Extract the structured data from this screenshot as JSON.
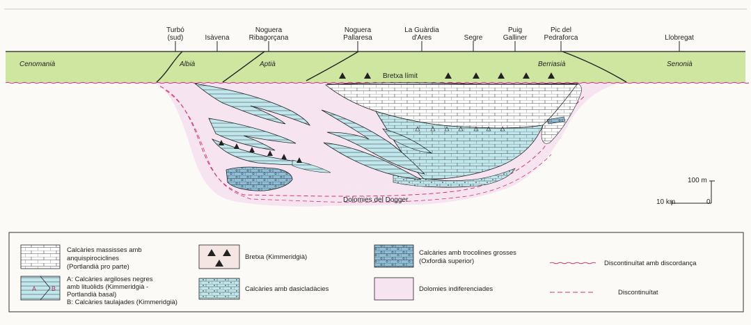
{
  "colors": {
    "green": "#cfe6a0",
    "blue": "#bfe7ec",
    "pink": "#f7e4f1",
    "pink_line": "#d2356e",
    "dark_blue": "#8fbfd8",
    "line": "#222222"
  },
  "places": [
    {
      "id": "turbo",
      "lines": [
        "Turbó",
        "(sud)"
      ]
    },
    {
      "id": "isavena",
      "lines": [
        "Isàvena"
      ]
    },
    {
      "id": "noguera-ribagorcana",
      "lines": [
        "Noguera",
        "Ribagorçana"
      ]
    },
    {
      "id": "noguera-pallaresa",
      "lines": [
        "Noguera",
        "Pallaresa"
      ]
    },
    {
      "id": "la-guardia",
      "lines": [
        "La Guàrdia",
        "d'Ares"
      ]
    },
    {
      "id": "segre",
      "lines": [
        "Segre"
      ]
    },
    {
      "id": "puig-galliner",
      "lines": [
        "Puig",
        "Galliner"
      ]
    },
    {
      "id": "pedraforca",
      "lines": [
        "Pic del",
        "Pedraforca"
      ]
    },
    {
      "id": "llobregat",
      "lines": [
        "Llobregat"
      ]
    }
  ],
  "stages": {
    "cenomania": "Cenomanià",
    "albia": "Albià",
    "aptia": "Aptià",
    "berriasia": "Berriasià",
    "senonia": "Senonià"
  },
  "section_labels": {
    "bretxa_limit": "Bretxa límit",
    "dolomies_dogger": "Dolomies del Dogger"
  },
  "scale": {
    "vertical": "100 m",
    "horizontal": "10 km",
    "zero": "0"
  },
  "legend": {
    "item1": [
      "Calcàries massisses amb",
      "anquispirociclines",
      "(Portlandià pro parte)"
    ],
    "item2_a": [
      "A: Calcàries argiloses negres",
      "amb lituòlids (Kimmeridgià -",
      "Portlandià basal)"
    ],
    "item2_b": "B: Calcàries taulajades (Kimmeridgià)",
    "item2_mark_a": "A",
    "item2_mark_b": "B",
    "item3": "Bretxa (Kimmeridgià)",
    "item4": "Calcàries amb dasicladàcies",
    "item5": [
      "Calcàries amb trocolines grosses",
      "(Oxfordià superior)"
    ],
    "item6": "Dolomies indiferenciades",
    "item7": "Discontinuïtat amb discordança",
    "item8": "Discontinuïtat"
  }
}
